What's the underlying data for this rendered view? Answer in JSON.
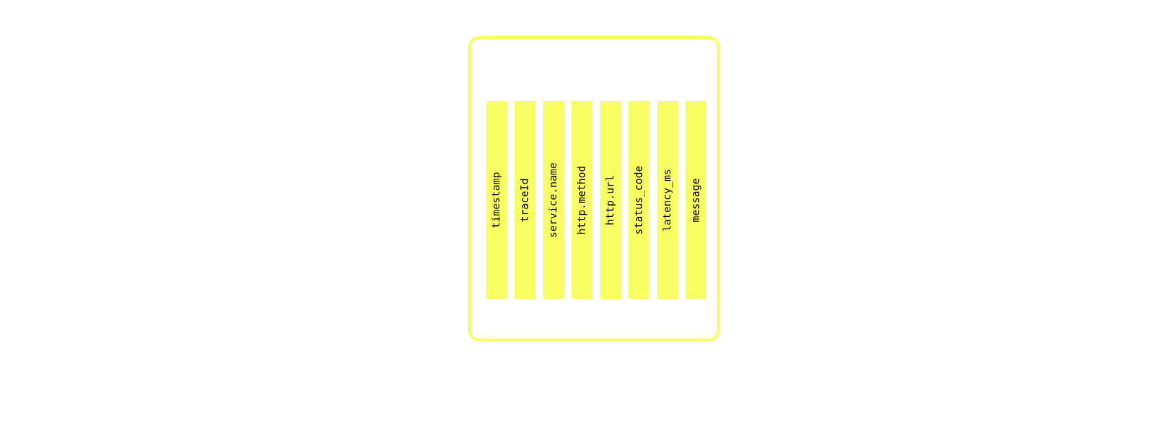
{
  "colors": {
    "accent": "#f7ff62",
    "label_text": "#111111",
    "background": "#ffffff"
  },
  "fields": [
    {
      "label": "timestamp"
    },
    {
      "label": "traceId"
    },
    {
      "label": "service.name"
    },
    {
      "label": "http.method"
    },
    {
      "label": "http.url"
    },
    {
      "label": "status_code"
    },
    {
      "label": "latency_ms"
    },
    {
      "label": "message"
    }
  ]
}
